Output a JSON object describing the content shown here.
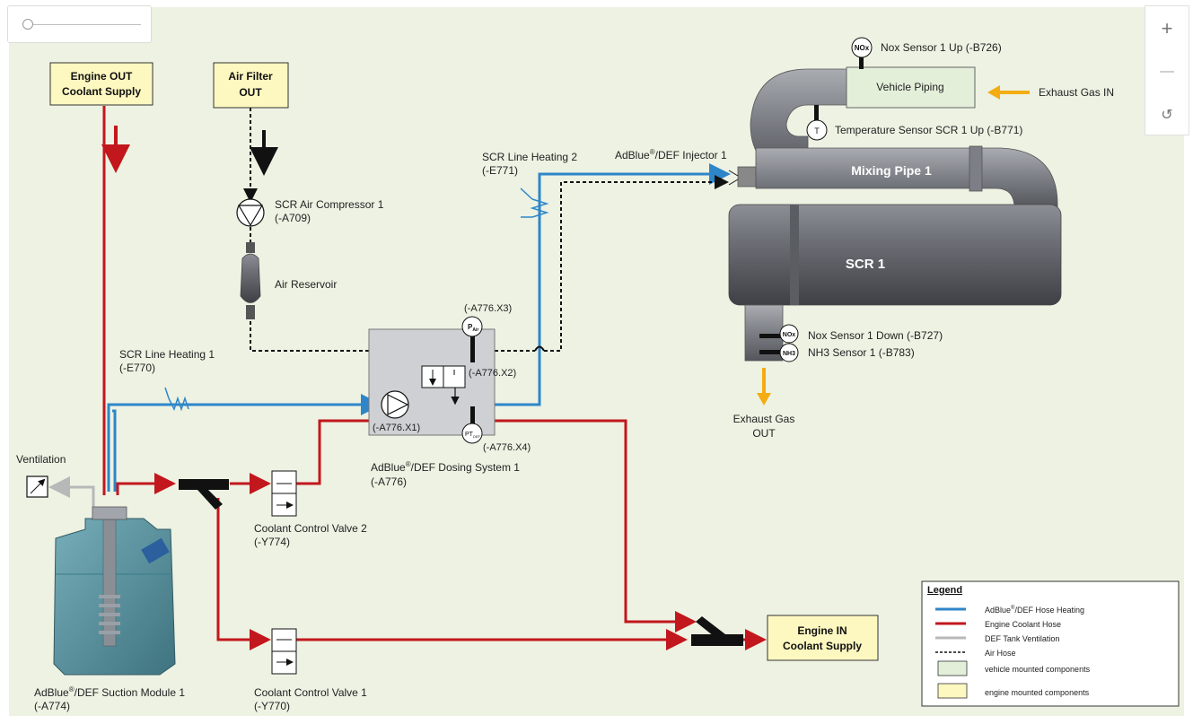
{
  "controls": {
    "zoom_in": "+",
    "zoom_out": "—",
    "reset": "↺"
  },
  "colors": {
    "background": "#edf2e3",
    "blue_hose": "#2e86c9",
    "red_hose": "#c2171d",
    "vent_hose": "#b8b8b8",
    "air_hose": "#111111",
    "engine_box": "#fdf8c0",
    "vehicle_box": "#e3efd9",
    "exhaust_arrow": "#f3ad12",
    "dosing_box": "#cfd0d3"
  },
  "labels": {
    "engine_out_1": "Engine OUT",
    "engine_out_2": "Coolant Supply",
    "air_filter_1": "Air Filter",
    "air_filter_2": "OUT",
    "compressor_1": "SCR Air Compressor 1",
    "compressor_2": "(-A709)",
    "air_reservoir": "Air Reservoir",
    "line_heat1_1": "SCR Line Heating 1",
    "line_heat1_2": "(-E770)",
    "line_heat2_1": "SCR Line Heating 2",
    "line_heat2_2": "(-E771)",
    "injector_pre": "AdBlue",
    "injector_reg": "®",
    "injector_post": "/DEF Injector 1",
    "vehicle_piping": "Vehicle Piping",
    "nox_up": "Nox Sensor 1 Up (-B726)",
    "temp_sensor": "Temperature Sensor SCR 1 Up (-B771)",
    "exhaust_in": "Exhaust Gas IN",
    "mixing_pipe": "Mixing Pipe 1",
    "scr": "SCR 1",
    "nox_down": "Nox Sensor 1 Down (-B727)",
    "nh3": "NH3 Sensor 1 (-B783)",
    "exhaust_out_1": "Exhaust Gas",
    "exhaust_out_2": "OUT",
    "x3": "(-A776.X3)",
    "x2": "(-A776.X2)",
    "x1": "(-A776.X1)",
    "x4": "(-A776.X4)",
    "dosing_pre": "AdBlue",
    "dosing_reg": "®",
    "dosing_post": "/DEF Dosing System 1",
    "dosing_id": "(-A776)",
    "ventilation": "Ventilation",
    "ccv2_1": "Coolant Control Valve 2",
    "ccv2_2": "(-Y774)",
    "ccv1_1": "Coolant Control Valve 1",
    "ccv1_2": "(-Y770)",
    "suction_pre": "AdBlue",
    "suction_reg": "®",
    "suction_post": "/DEF Suction Module 1",
    "suction_id": "(-A774)",
    "engine_in_1": "Engine IN",
    "engine_in_2": "Coolant Supply",
    "sensor_nox": "NOx",
    "sensor_t": "T",
    "sensor_nh3": "NH3",
    "sensor_pair_main": "P",
    "sensor_pair_sub": "Air",
    "sensor_pt_main": "PT",
    "sensor_pt_sub": "DEF"
  },
  "legend": {
    "title": "Legend",
    "items": [
      {
        "pre": "AdBlue",
        "reg": "®",
        "post": "/DEF Hose Heating"
      },
      {
        "text": "Engine Coolant Hose"
      },
      {
        "text": "DEF Tank Ventilation"
      },
      {
        "text": "Air Hose"
      },
      {
        "text": "vehicle mounted components"
      },
      {
        "text": "engine mounted components"
      }
    ]
  }
}
